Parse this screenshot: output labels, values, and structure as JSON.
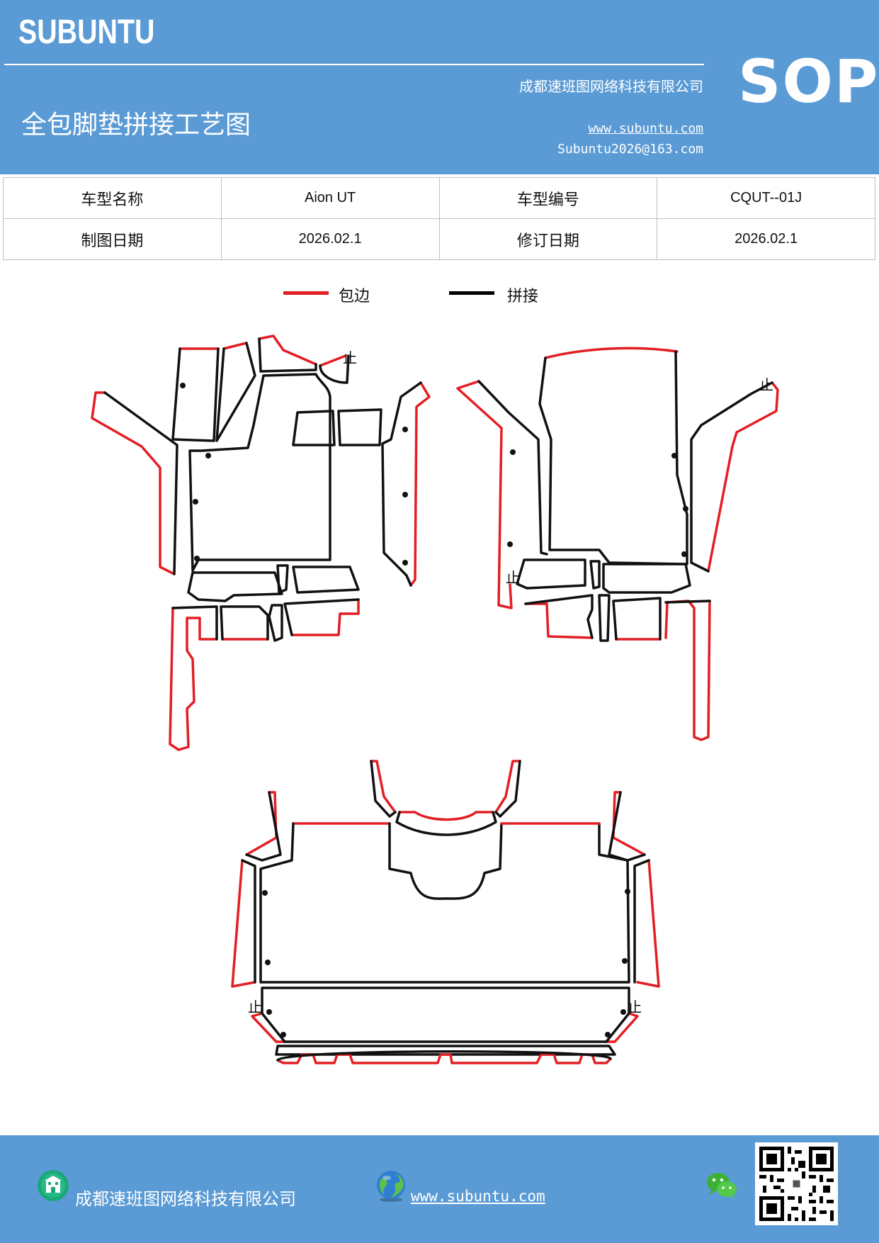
{
  "header": {
    "brand": "SUBUNTU",
    "company": "成都速班图网络科技有限公司",
    "title": "全包脚垫拼接工艺图",
    "website": "www.subuntu.com",
    "email": "Subuntu2026@163.com",
    "badge": "SOP",
    "background_color": "#5b9bd5"
  },
  "info_table": {
    "rows": [
      [
        {
          "label": "车型名称"
        },
        {
          "value": "Aion UT"
        },
        {
          "label": "车型编号"
        },
        {
          "value": "CQUT--01J"
        }
      ],
      [
        {
          "label": "制图日期"
        },
        {
          "value": "2026.02.1"
        },
        {
          "label": "修订日期"
        },
        {
          "value": "2026.02.1"
        }
      ]
    ]
  },
  "legend": {
    "items": [
      {
        "label": "包边",
        "color": "#e31e24"
      },
      {
        "label": "拼接",
        "color": "#000000"
      }
    ]
  },
  "diagram": {
    "start_marker": "止",
    "edge_color": "#e31e24",
    "seam_color": "#111111"
  },
  "footer": {
    "company": "成都速班图网络科技有限公司",
    "website": "www.subuntu.com",
    "building_icon": "building-icon",
    "globe_icon": "globe-icon",
    "wechat_icon": "wechat-icon",
    "qr_icon": "qr-code"
  }
}
